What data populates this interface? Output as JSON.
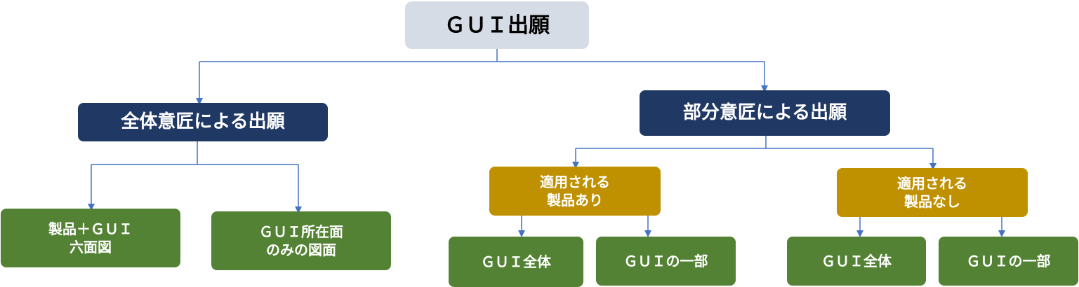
{
  "colors": {
    "root_fill": "#d6dce5",
    "navy_fill": "#203864",
    "gold_fill": "#bf9000",
    "green_fill": "#548235",
    "connector": "#4472c4"
  },
  "root": {
    "label": "ＧＵＩ出願"
  },
  "full_design": {
    "label": "全体意匠による出願",
    "children": [
      {
        "label": "製品＋ＧＵＩ\n六面図"
      },
      {
        "label": "ＧＵＩ所在面\nのみの図面"
      }
    ]
  },
  "partial_design": {
    "label": "部分意匠による出願",
    "with_product": {
      "label": "適用される\n製品あり",
      "children": [
        {
          "label": "ＧＵＩ全体"
        },
        {
          "label": "ＧＵＩの一部"
        }
      ]
    },
    "without_product": {
      "label": "適用される\n製品なし",
      "children": [
        {
          "label": "ＧＵＩ全体"
        },
        {
          "label": "ＧＵＩの一部"
        }
      ]
    }
  }
}
